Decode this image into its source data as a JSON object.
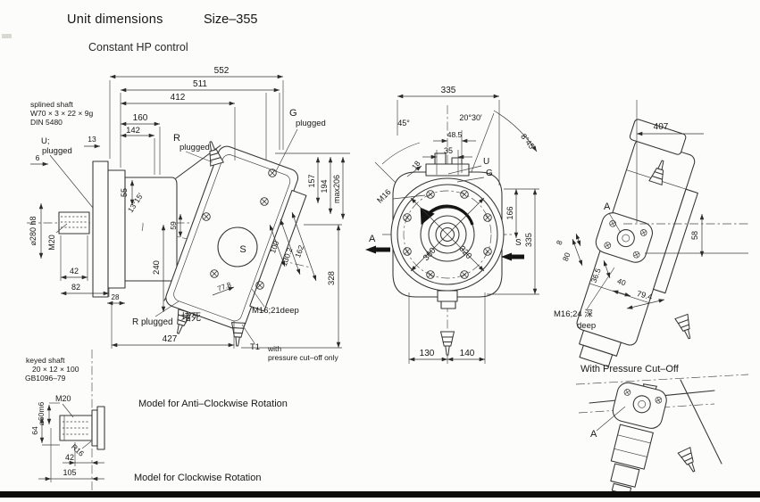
{
  "header": {
    "title": "Unit dimensions",
    "size_label": "Size–355",
    "subtitle": "Constant HP control"
  },
  "side_view": {
    "shaft_note_1": "splined shaft",
    "shaft_note_2": "W70 × 3 × 22 × 9g",
    "shaft_note_3": "DIN 5480",
    "port_u_1": "U;",
    "port_u_2": "plugged",
    "port_r_top_1": "R",
    "port_r_top_2": "plugged",
    "port_g_1": "G",
    "port_g_2": "plugged",
    "port_r_bottom": "R plugged",
    "port_r_bottom_cn": "堵死",
    "thread_note": "M16;21deep",
    "port_t1": "T1",
    "t1_note_1": "with",
    "t1_note_2": "pressure cut–off only",
    "s_label": "S",
    "dims": {
      "d552": "552",
      "d511": "511",
      "d412": "412",
      "d160": "160",
      "d142": "142",
      "d13": "13",
      "d6": "6",
      "d55": "55",
      "a1315": "13°15′",
      "shaft_dia": "⌀280 h8",
      "m20": "M20",
      "d42": "42",
      "d82": "82",
      "d28": "28",
      "d240": "240",
      "d59": "59",
      "d157": "157",
      "d194": "194",
      "dmax": "max206",
      "d100": "100",
      "d1302": "130.2",
      "d162": "162",
      "d328": "328",
      "d778": "77.8",
      "d427": "427"
    }
  },
  "front_view": {
    "port_u": "U",
    "port_g": "G",
    "a_label": "A",
    "s_label": "S",
    "dims": {
      "d335_top": "335",
      "a45": "45°",
      "a2030": "20°30′",
      "d485": "48.5",
      "d35": "35",
      "d18": "18",
      "a845": "8°45′",
      "m16": "M16",
      "d166": "166",
      "d335_r": "335",
      "d130": "130",
      "d140": "140",
      "d360": "360",
      "d320": "320"
    }
  },
  "end_view": {
    "a_label": "A",
    "thread_note_1": "M16;24 深",
    "thread_note_2": "deep",
    "dims": {
      "d407": "407",
      "d58": "58",
      "d8": "8",
      "d80": "80",
      "d365": "36.5",
      "d40": "40",
      "d794": "79.4"
    }
  },
  "keyed_shaft": {
    "note_1": "keyed shaft",
    "note_2": "20 × 12 × 100",
    "note_3": "GB1096–79",
    "m20": "M20",
    "dia": "⌀60m6",
    "d64": "64",
    "r16": "R16",
    "d42": "42",
    "d105": "105"
  },
  "captions": {
    "anti_cw": "Model for Anti–Clockwise Rotation",
    "cw": "Model for Clockwise Rotation",
    "cutoff": "With Pressure Cut–Off",
    "a_label": "A"
  }
}
